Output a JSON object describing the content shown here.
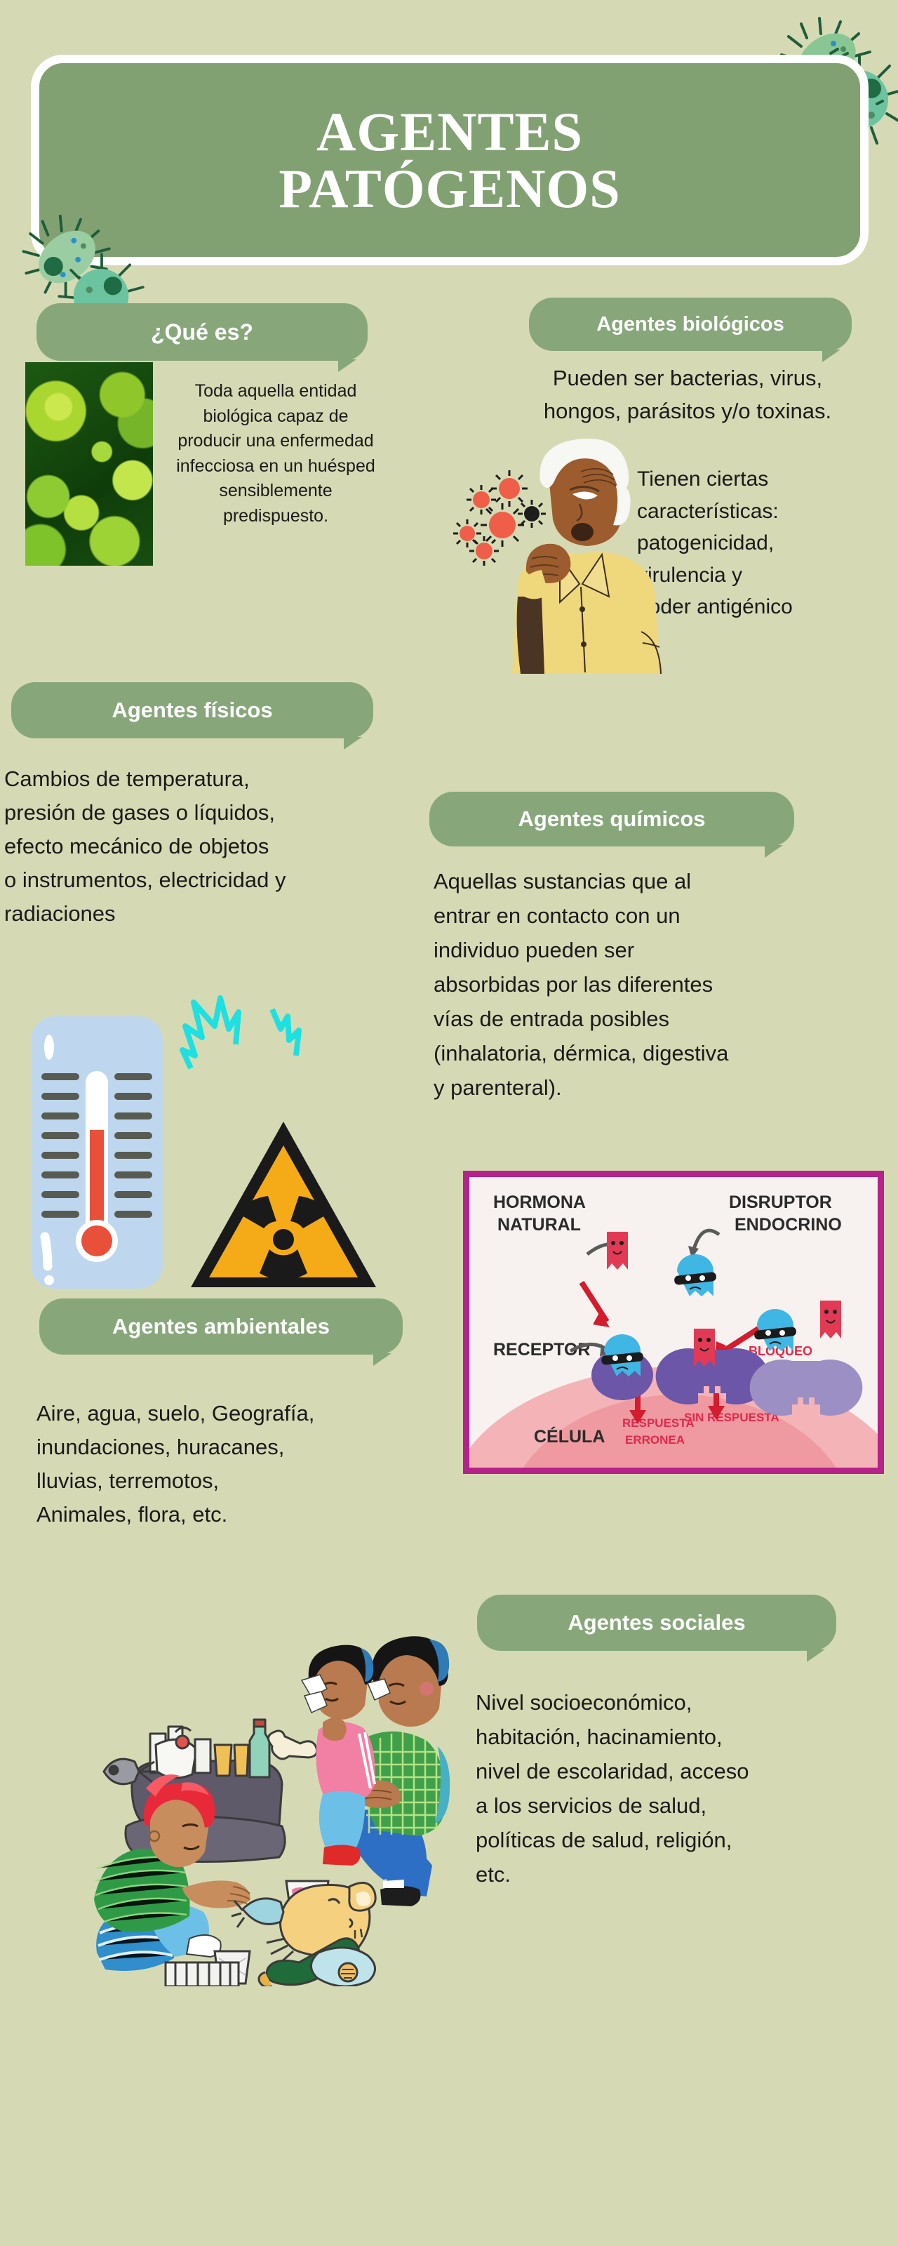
{
  "background_color": "#d6dab4",
  "accent_green": "#81a172",
  "bubble_green": "#87a77a",
  "header": {
    "title_line1": "AGENTES",
    "title_line2": "PATÓGENOS",
    "decoration_icons": [
      "bacteria-rod-icon",
      "virus-round-icon"
    ]
  },
  "sections": [
    {
      "id": "que-es",
      "heading": "¿Qué es?",
      "body": "Toda aquella entidad\nbiológica capaz de\nproducir una enfermedad\ninfecciosa en un huésped\nsensiblemente\npredispuesto.",
      "image": "bacteria-micrograph-photo"
    },
    {
      "id": "agentes-biologicos",
      "heading": "Agentes biológicos",
      "body_primary": "Pueden ser bacterias, virus,\nhongos, parásitos y/o toxinas.",
      "body_secondary": "Tienen ciertas\ncaracterísticas:\npatogenicidad,\nvirulencia y\npoder antigénico",
      "image": "coughing-elderly-man-illustration"
    },
    {
      "id": "agentes-fisicos",
      "heading": "Agentes físicos",
      "body": "Cambios de temperatura,\npresión de gases o líquidos,\nefecto mecánico de objetos\no instrumentos, electricidad y\nradiaciones",
      "images": [
        "thermometer-icon",
        "lightning-bolt-icon",
        "radiation-warning-icon"
      ]
    },
    {
      "id": "agentes-quimicos",
      "heading": "Agentes químicos",
      "body": "Aquellas sustancias que al\nentrar en contacto con un\nindividuo pueden ser\nabsorbidas por las diferentes\nvías de entrada posibles\n(inhalatoria, dérmica, digestiva\ny parenteral).",
      "image": "endocrine-disruptor-diagram"
    },
    {
      "id": "agentes-ambientales",
      "heading": "Agentes ambientales",
      "body": "Aire, agua, suelo, Geografía,\ninundaciones, huracanes,\nlluvias, terremotos,\nAnimales, flora, etc."
    },
    {
      "id": "agentes-sociales",
      "heading": "Agentes sociales",
      "body": "Nivel socioeconómico,\nhabitación, hacinamiento,\nnivel de escolaridad, acceso\na los servicios de salud,\npolíticas de salud, religión,\netc.",
      "image": "poverty-family-trash-illustration"
    }
  ],
  "hormone_diagram": {
    "border_color": "#b5228a",
    "labels": {
      "hormona_natural": "HORMONA\nNATURAL",
      "disruptor_endocrino": "DISRUPTOR\nENDOCRINO",
      "receptor": "RECEPTOR",
      "celula": "CÉLULA",
      "bloqueo": "BLOQUEO",
      "respuesta_erronea": "RESPUESTA\nERRONEA",
      "sin_respuesta": "SIN RESPUESTA"
    },
    "colors": {
      "hormone": "#e23a55",
      "disruptor": "#3fb6e3",
      "receptor": "#6b56a8",
      "cell": "#f2a8ad"
    }
  }
}
